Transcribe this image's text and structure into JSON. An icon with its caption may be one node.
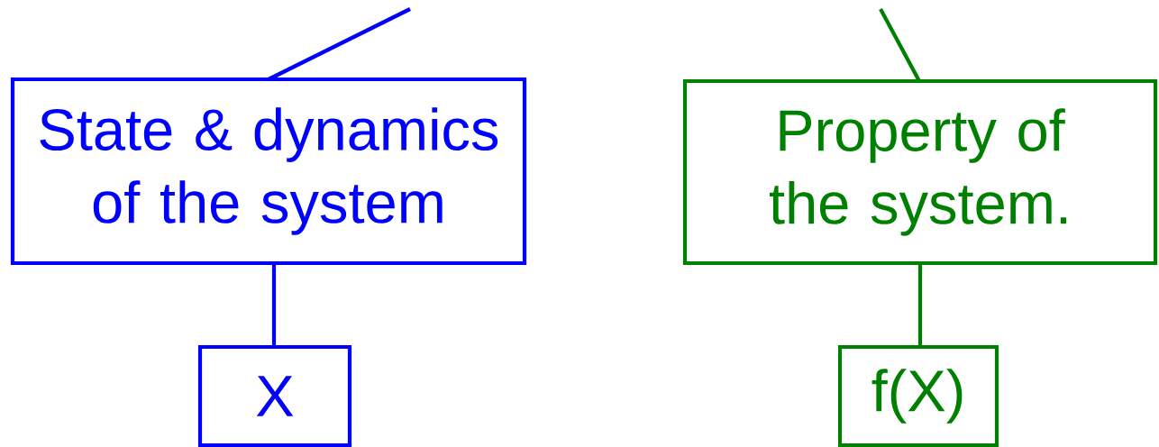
{
  "diagram": {
    "nodes": [
      {
        "text": [
          "State & dynamics of the system"
        ]
      },
      {
        "text": [
          "Property of the system."
        ]
      },
      {
        "text": [
          "X"
        ]
      },
      {
        "text": [
          "f(X)"
        ]
      }
    ],
    "edges": [
      {
        "from": null,
        "to": 0,
        "arrow": "none",
        "color": "#0000ff"
      },
      {
        "from": null,
        "to": 1,
        "arrow": "none",
        "color": "#008000"
      },
      {
        "from": 0,
        "to": 2,
        "arrow": "none",
        "color": "#0000ff"
      },
      {
        "from": 1,
        "to": 3,
        "arrow": "none",
        "color": "#008000"
      }
    ]
  }
}
